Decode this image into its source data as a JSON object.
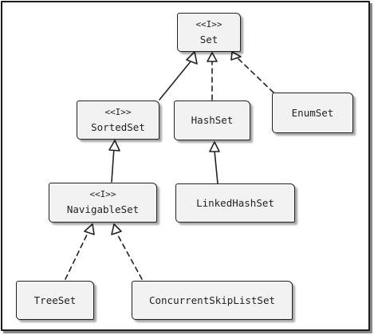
{
  "diagram": {
    "nodes": [
      {
        "id": "set",
        "stereotype": "<<I>>",
        "label": "Set"
      },
      {
        "id": "sortedset",
        "stereotype": "<<I>>",
        "label": "SortedSet"
      },
      {
        "id": "hashset",
        "label": "HashSet"
      },
      {
        "id": "enumset",
        "label": "EnumSet"
      },
      {
        "id": "navigableset",
        "stereotype": "<<I>>",
        "label": "NavigableSet"
      },
      {
        "id": "linkedhashset",
        "label": "LinkedHashSet"
      },
      {
        "id": "treeset",
        "label": "TreeSet"
      },
      {
        "id": "concurrentskiplistset",
        "label": "ConcurrentSkipListSet"
      }
    ],
    "edges": [
      {
        "from": "sortedset",
        "to": "set",
        "style": "solid"
      },
      {
        "from": "hashset",
        "to": "set",
        "style": "dashed"
      },
      {
        "from": "enumset",
        "to": "set",
        "style": "dashed"
      },
      {
        "from": "navigableset",
        "to": "sortedset",
        "style": "solid"
      },
      {
        "from": "linkedhashset",
        "to": "hashset",
        "style": "solid"
      },
      {
        "from": "treeset",
        "to": "navigableset",
        "style": "dashed"
      },
      {
        "from": "concurrentskiplistset",
        "to": "navigableset",
        "style": "dashed"
      }
    ]
  },
  "colors": {
    "node_fill": "#f2f2f2",
    "stroke": "#222222",
    "background": "#ffffff"
  }
}
